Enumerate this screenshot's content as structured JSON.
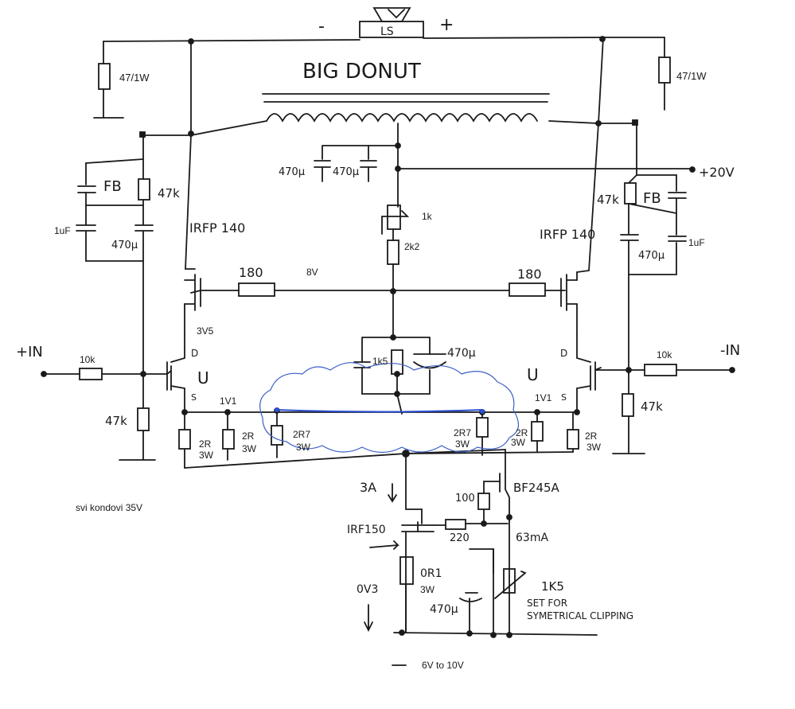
{
  "labels": {
    "ls_minus": "-",
    "ls_name": "LS",
    "ls_plus": "+",
    "big_donut": "BIG DONUT",
    "res_47_1w_left": "47/1W",
    "res_47_1w_right": "47/1W",
    "plus_20v": "+20V",
    "fb_left": "FB",
    "fb_right": "FB",
    "r47k_left_top": "47k",
    "r47k_right_top": "47k",
    "c1uf_left": "1uF",
    "c1uf_right": "1uF",
    "c470_left": "470µ",
    "c470_right": "470µ",
    "c470_top_a": "470µ",
    "c470_top_b": "470µ",
    "pot_1k": "1k",
    "r_2k2": "2k2",
    "irfp_left": "IRFP 140",
    "irfp_right": "IRFP 140",
    "r180_left": "180",
    "r180_right": "180",
    "v_8v": "8V",
    "v_3v5": "3V5",
    "r_1k5": "1k5",
    "c470_mid": "470µ",
    "d_left": "D",
    "d_right": "D",
    "u_left": "U",
    "u_right": "U",
    "s_left": "S",
    "s_right": "S",
    "v_1v1_left": "1V1",
    "v_1v1_right": "1V1",
    "in_plus": "+IN",
    "in_minus": "-IN",
    "r10k_left": "10k",
    "r10k_right": "10k",
    "r47k_left_in": "47k",
    "r47k_right_in": "47k",
    "r2r_1": "2R",
    "r2r_1_w": "3W",
    "r2r_2": "2R",
    "r2r_2_w": "3W",
    "r2r7_left": "2R7",
    "r2r7_left_w": "3W",
    "r2r7_right": "2R7",
    "r2r7_right_w": "3W",
    "r2r_3": "2R",
    "r2r_3_w": "3W",
    "r2r_4": "2R",
    "r2r_4_w": "3W",
    "current_3a": "3A",
    "svi_kondovi": "svi kondovi 35V",
    "irf150": "IRF150",
    "r_100": "100",
    "bf245a": "BF245A",
    "r_220": "220",
    "i_63ma": "63mA",
    "v_0v3": "0V3",
    "r_0r1": "0R1",
    "r_0r1_w": "3W",
    "c470_bottom": "470µ",
    "pot_1k5": "1K5",
    "set_for": "SET FOR",
    "symetrical_clipping": "SYMETRICAL CLIPPING",
    "supply_range": "6V to 10V"
  },
  "colors": {
    "ink": "#1a1a1a",
    "cloud": "#3a5fc8",
    "wire_blue": "#2a4fd0",
    "background": "#ffffff"
  }
}
